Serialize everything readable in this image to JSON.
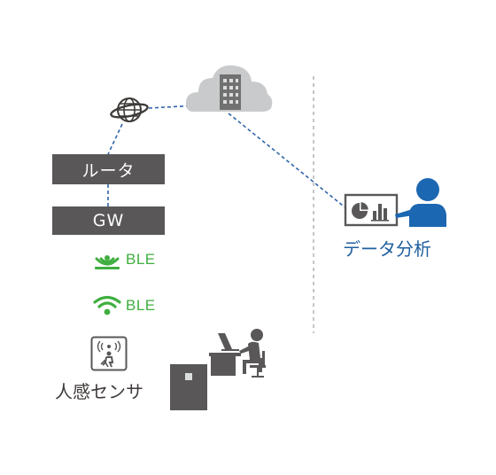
{
  "nodes": {
    "router": {
      "label": "ルータ"
    },
    "gateway": {
      "label": "GW"
    },
    "ble_receive": {
      "label": "BLE"
    },
    "ble_send": {
      "label": "BLE"
    },
    "sensor": {
      "label": "人感センサ"
    },
    "analysis": {
      "label": "データ分析"
    }
  },
  "colors": {
    "box_fill": "#595757",
    "ble_green": "#3fae3f",
    "link_blue": "#2f64a8",
    "person_blue": "#1c67b1",
    "cloud_gray": "#c9cacb",
    "dark_gray": "#595757"
  },
  "icons": [
    "globe-icon",
    "cloud-icon",
    "building-icon",
    "ble-receive-icon",
    "ble-send-icon",
    "motion-sensor-icon",
    "presenter-icon",
    "dashboard-icon",
    "office-worker-icon",
    "cabinet-icon"
  ]
}
